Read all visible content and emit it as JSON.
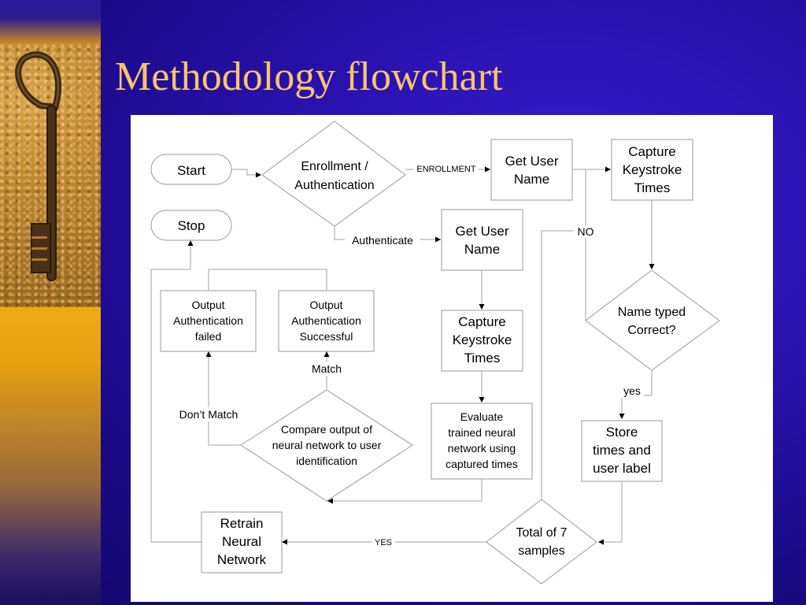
{
  "slide": {
    "title": "Methodology flowchart"
  },
  "diagram": {
    "nodes": [
      {
        "id": "start",
        "label": "Start"
      },
      {
        "id": "stop",
        "label": "Stop"
      },
      {
        "id": "enroll-auth",
        "label": "Enrollment /\nAuthentication"
      },
      {
        "id": "get-name-1",
        "label": "Get User\nName"
      },
      {
        "id": "capture-1",
        "label": "Capture\nKeystroke\nTimes"
      },
      {
        "id": "get-name-2",
        "label": "Get User\nName"
      },
      {
        "id": "name-check",
        "label": "Name typed\nCorrect?"
      },
      {
        "id": "out-failed",
        "label": "Output\nAuthentication\nfailed"
      },
      {
        "id": "out-success",
        "label": "Output\nAuthentication\nSuccessful"
      },
      {
        "id": "capture-2",
        "label": "Capture\nKeystroke\nTimes"
      },
      {
        "id": "evaluate",
        "label": "Evaluate\ntrained neural\nnetwork using\ncaptured times"
      },
      {
        "id": "store",
        "label": "Store\ntimes and\nuser label"
      },
      {
        "id": "compare",
        "label": "Compare output of\nneural network to user\nidentification"
      },
      {
        "id": "retrain",
        "label": "Retrain\nNeural\nNetwork"
      },
      {
        "id": "total",
        "label": "Total of 7\nsamples"
      }
    ],
    "edge_labels": [
      {
        "id": "enrollment",
        "text": "ENROLLMENT"
      },
      {
        "id": "authenticate",
        "text": "Authenticate"
      },
      {
        "id": "no",
        "text": "NO"
      },
      {
        "id": "yes",
        "text": "yes"
      },
      {
        "id": "match",
        "text": "Match"
      },
      {
        "id": "dont-match",
        "text": "Don’t Match"
      },
      {
        "id": "yes-caps",
        "text": "YES"
      }
    ]
  }
}
